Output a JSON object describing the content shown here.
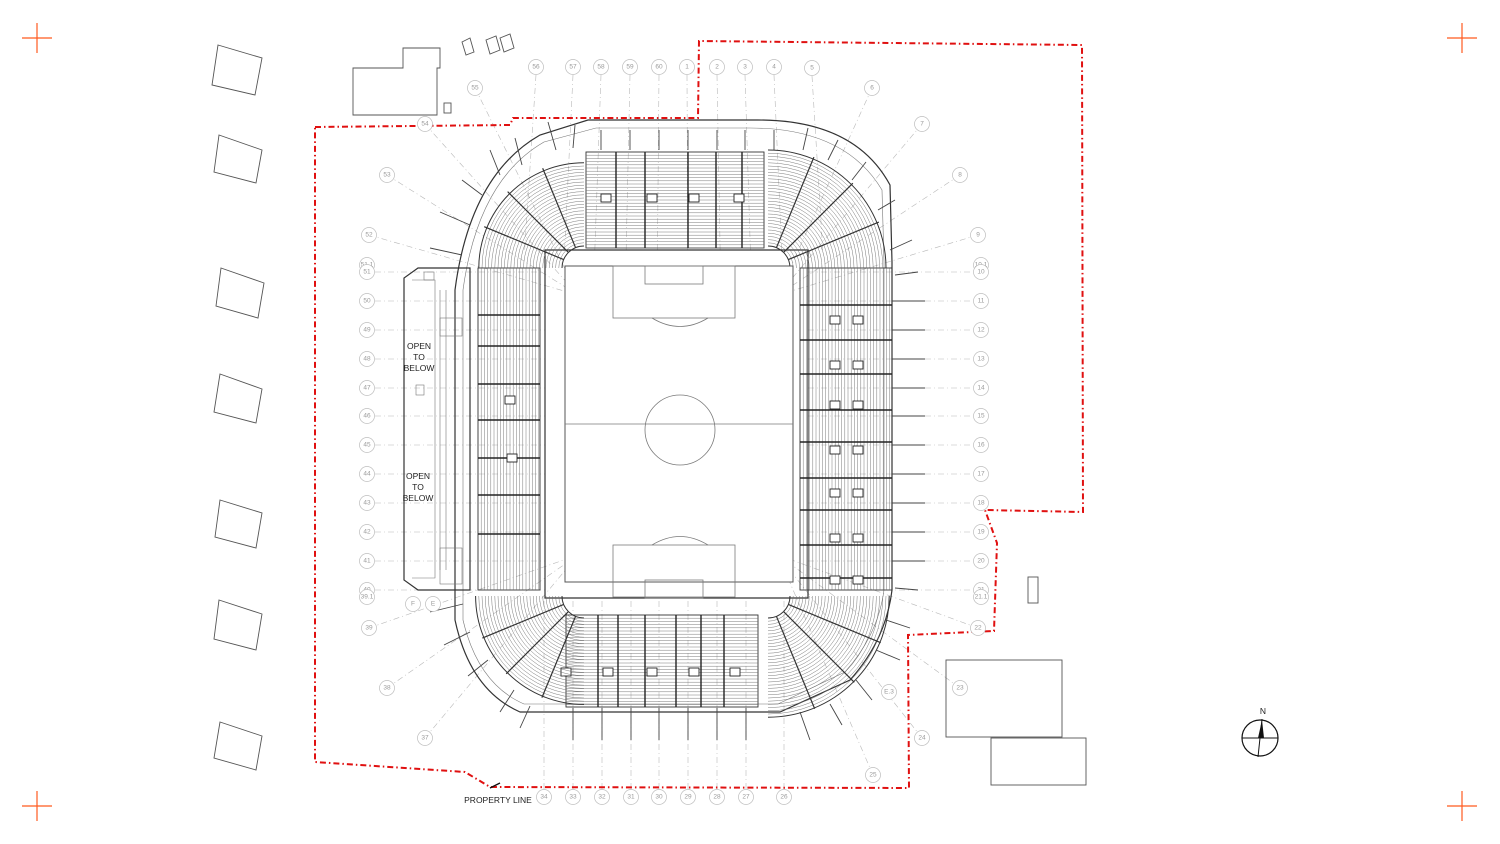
{
  "annotations": {
    "property_line": "PROPERTY LINE",
    "north": "N",
    "open_below_1": [
      "OPEN",
      "TO",
      "BELOW"
    ],
    "open_below_2": [
      "OPEN",
      "TO",
      "BELOW"
    ]
  },
  "grid": {
    "top": [
      "56",
      "57",
      "58",
      "59",
      "60",
      "1",
      "2",
      "3",
      "4",
      "5"
    ],
    "bottom": [
      "34",
      "33",
      "32",
      "31",
      "30",
      "29",
      "28",
      "27",
      "26"
    ],
    "left": [
      "51.1",
      "51",
      "50",
      "49",
      "48",
      "47",
      "46",
      "45",
      "44",
      "43",
      "42",
      "41",
      "40",
      "39.1"
    ],
    "right": [
      "10.1",
      "10",
      "11",
      "12",
      "13",
      "14",
      "15",
      "16",
      "17",
      "18",
      "19",
      "20",
      "21",
      "21.1"
    ],
    "corner_nw": [
      "55",
      "54",
      "53",
      "52"
    ],
    "corner_ne": [
      "6",
      "7",
      "8",
      "9"
    ],
    "corner_sw": [
      "39",
      "38",
      "37"
    ],
    "corner_se": [
      "22",
      "23",
      "24",
      "25"
    ],
    "extra": [
      "F",
      "E",
      "E.3"
    ]
  },
  "colors": {
    "property_line": "#e01010",
    "crop_marks": "#ff5a1f",
    "linework": "#333333",
    "grid_bubbles": "#bdbdbd"
  }
}
